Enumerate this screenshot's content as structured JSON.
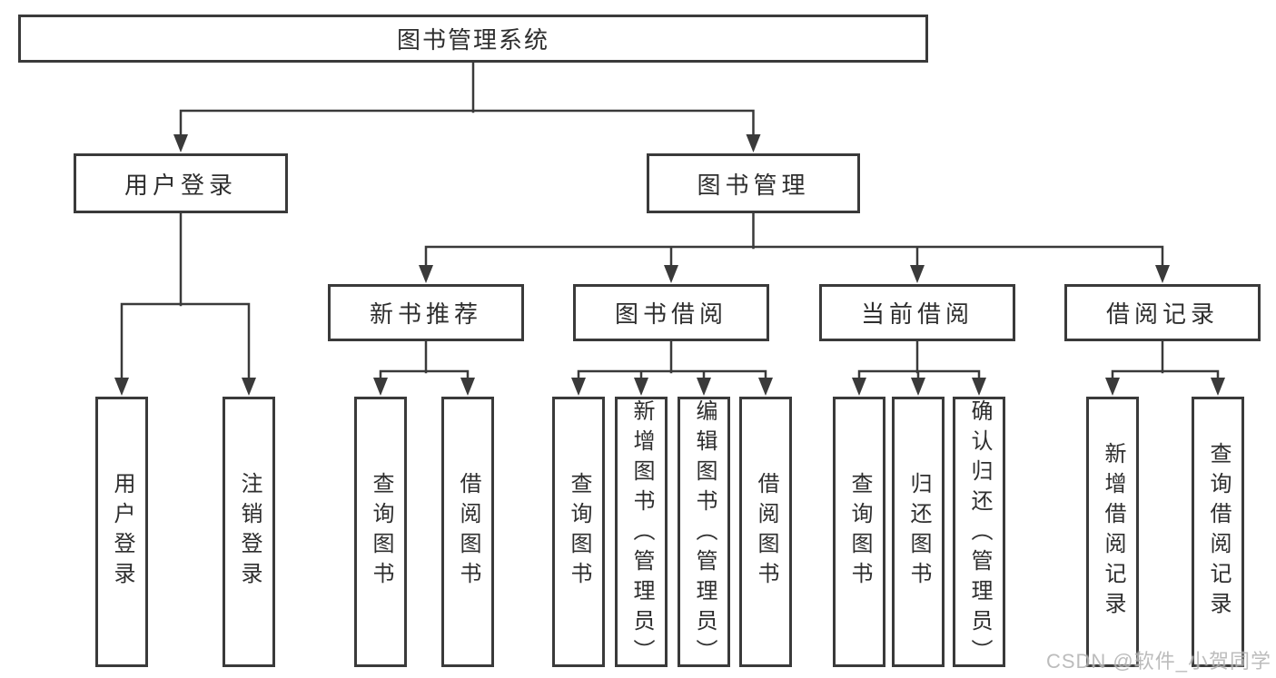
{
  "diagram": {
    "tree": {
      "root": "图书管理系统",
      "children": [
        {
          "label": "用户登录",
          "children": [
            "用户登录",
            "注销登录"
          ]
        },
        {
          "label": "图书管理",
          "children": [
            {
              "label": "新书推荐",
              "children": [
                "查询图书",
                "借阅图书"
              ]
            },
            {
              "label": "图书借阅",
              "children": [
                "查询图书",
                "新增图书（管理员）",
                "编辑图书（管理员）",
                "借阅图书"
              ]
            },
            {
              "label": "当前借阅",
              "children": [
                "查询图书",
                "归还图书",
                "确认归还（管理员）"
              ]
            },
            {
              "label": "借阅记录",
              "children": [
                "新增借阅记录",
                "查询借阅记录"
              ]
            }
          ]
        }
      ]
    },
    "colors": {
      "line": "#3a3a3a",
      "box_border": "#3a3a3a",
      "box_fill": "#ffffff",
      "text": "#2e2e2e",
      "watermark": "#b3b3b3",
      "background": "#ffffff"
    }
  },
  "watermark": {
    "text": "CSDN @软件_小贺同学"
  }
}
